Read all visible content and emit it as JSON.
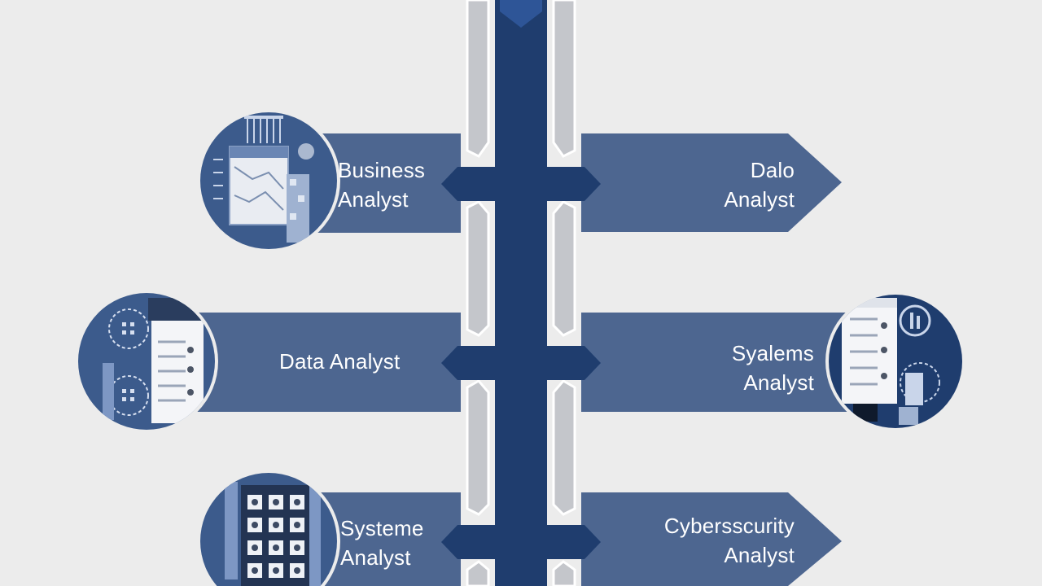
{
  "colors": {
    "background": "#ececec",
    "trunk": "#1f3d6e",
    "banner": "#4d6690",
    "circle": "#3c5b8c",
    "rail": "#c4c6cb"
  },
  "branches": {
    "left": [
      {
        "lines": [
          "Business",
          "Analyst"
        ],
        "icon": "business-dashboard-icon"
      },
      {
        "lines": [
          "Data Analyst"
        ],
        "icon": "data-network-icon"
      },
      {
        "lines": [
          "Systeme",
          "Analyst"
        ],
        "icon": "systems-grid-icon"
      }
    ],
    "right": [
      {
        "lines": [
          "Dalo",
          "Analyst"
        ],
        "icon": ""
      },
      {
        "lines": [
          "Syalems",
          "Analyst"
        ],
        "icon": "systems-document-icon"
      },
      {
        "lines": [
          "Cybersscurity",
          "Analyst"
        ],
        "icon": ""
      }
    ]
  }
}
